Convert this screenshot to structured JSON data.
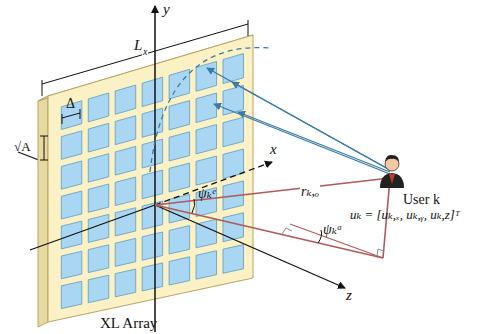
{
  "diagram": {
    "labels": [
      "y",
      "x",
      "z",
      "L",
      "x",
      "Δ",
      "√A",
      "ψₖᵉ",
      "ψₖᵃ",
      "rₖ,ₒ",
      "User k",
      "uₖ = [uₖ,ₓ, uₖ,ᵧ, uₖ,z]ᵀ",
      "XL Array"
    ]
  }
}
